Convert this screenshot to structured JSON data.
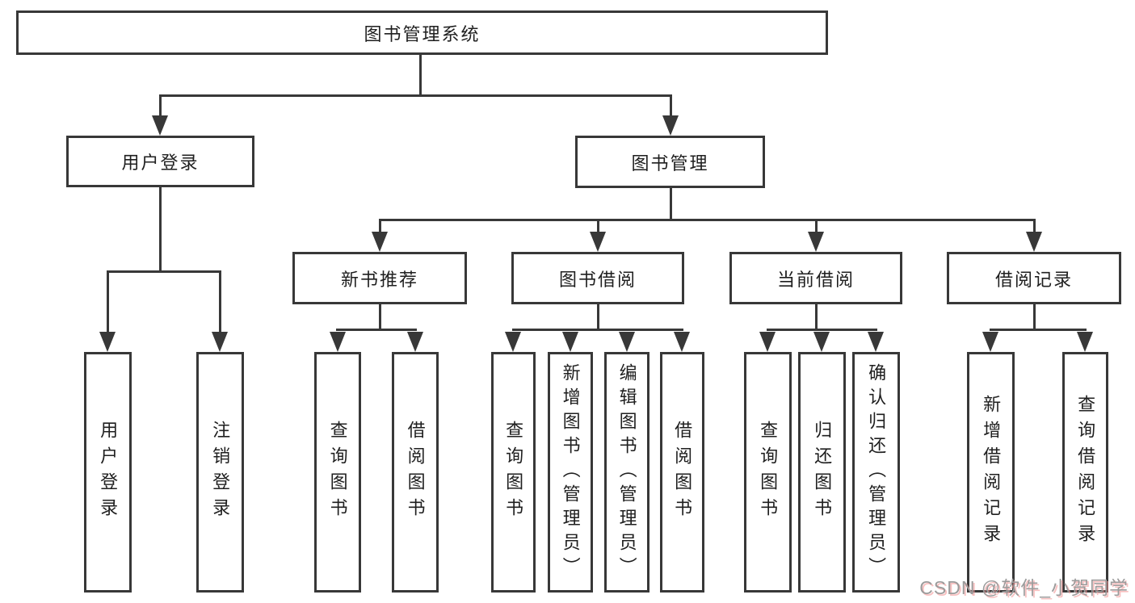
{
  "diagram": {
    "root": "图书管理系统",
    "branches": [
      {
        "label": "用户登录",
        "leaves": [
          "用户登录",
          "注销登录"
        ]
      },
      {
        "label": "图书管理",
        "groups": [
          {
            "label": "新书推荐",
            "leaves": [
              "查询图书",
              "借阅图书"
            ]
          },
          {
            "label": "图书借阅",
            "leaves": [
              "查询图书",
              "新增图书（管理员）",
              "编辑图书（管理员）",
              "借阅图书"
            ]
          },
          {
            "label": "当前借阅",
            "leaves": [
              "查询图书",
              "归还图书",
              "确认归还（管理员）"
            ]
          },
          {
            "label": "借阅记录",
            "leaves": [
              "新增借阅记录",
              "查询借阅记录"
            ]
          }
        ]
      }
    ]
  },
  "watermark": "CSDN @软件_小贺同学",
  "colors": {
    "line": "#383838",
    "text": "#1f1f1f",
    "background": "#ffffff",
    "watermark": "#9b9b9b",
    "watermark_shadow": "#f49696"
  }
}
